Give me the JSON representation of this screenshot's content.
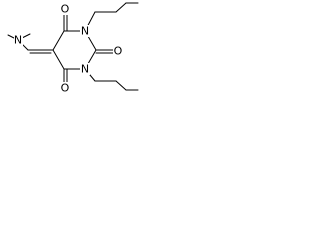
{
  "diagram": {
    "type": "chemical-structure",
    "atom_labels": {
      "dimethylamino_n": "N",
      "ring_n_top": "N",
      "ring_n_bottom": "N",
      "carbonyl_o_top": "O",
      "carbonyl_o_right": "O",
      "carbonyl_o_bottom": "O"
    },
    "colors": {
      "ink": "#000000",
      "background": "#ffffff"
    }
  }
}
